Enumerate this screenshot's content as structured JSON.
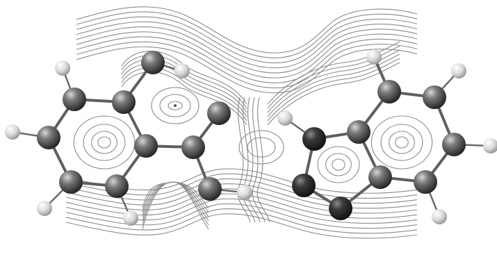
{
  "figure": {
    "kind": "electron-density-contour-map",
    "molecules": [
      "salicylic-acid-like",
      "benzimidazole-like"
    ],
    "colors": {
      "contour": "#8a8a8a",
      "bond": "#5e5e5e",
      "heavy_atom_light": "#c8c8c8",
      "heavy_atom_dark": "#2a2a2a",
      "hydrogen_light": "#ffffff",
      "hydrogen_dark": "#9a9a9a"
    }
  }
}
